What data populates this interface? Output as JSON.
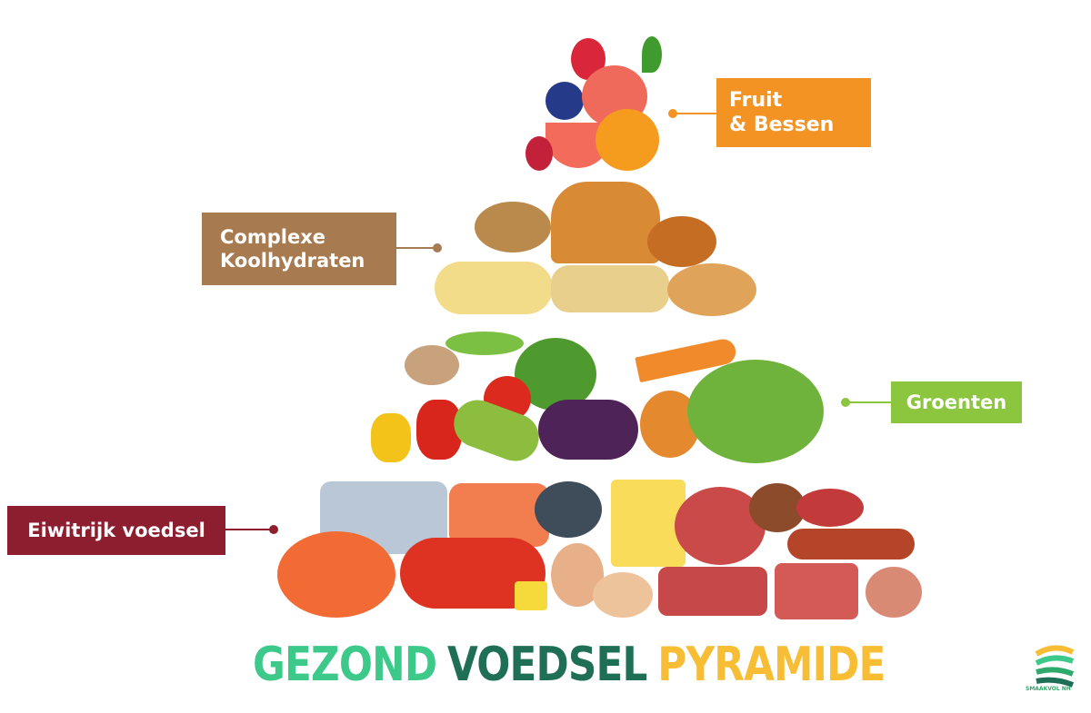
{
  "title": {
    "word1": "GEZOND",
    "word2": "VOEDSEL",
    "word3": "PYRAMIDE",
    "colors": {
      "word1": "#3cc98a",
      "word2": "#1f6e56",
      "word3": "#f7bd35"
    }
  },
  "tiers": [
    {
      "label_line1": "Fruit",
      "label_line2": "& Bessen",
      "color": "#f39323",
      "position": "top"
    },
    {
      "label_line1": "Complexe",
      "label_line2": "Koolhydraten",
      "color": "#a87a4f",
      "position": "second"
    },
    {
      "label_line1": "Groenten",
      "color": "#8cc63f",
      "position": "third"
    },
    {
      "label_line1": "Eiwitrijk voedsel",
      "color": "#8d1e2f",
      "position": "bottom"
    }
  ],
  "logo": {
    "text": "SMAAKVOL NH"
  }
}
